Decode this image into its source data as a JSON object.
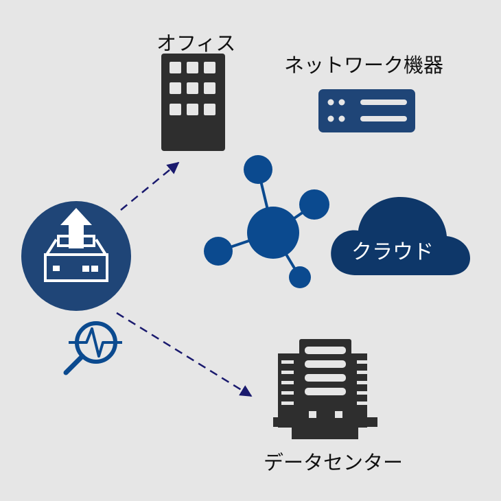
{
  "labels": {
    "office": "オフィス",
    "network_equipment": "ネットワーク機器",
    "cloud": "クラウド",
    "data_center": "データセンター"
  },
  "colors": {
    "background": "#e6e6e6",
    "dark_building": "#2e2e2e",
    "navy": "#1f4577",
    "cloud": "#0e3769",
    "hub": "#0b4a8f",
    "arrow": "#1a1a6e"
  },
  "icons": [
    "office-building-icon",
    "network-server-icon",
    "network-hub-icon",
    "cloud-icon",
    "upload-device-icon",
    "monitor-search-icon",
    "data-center-icon"
  ]
}
